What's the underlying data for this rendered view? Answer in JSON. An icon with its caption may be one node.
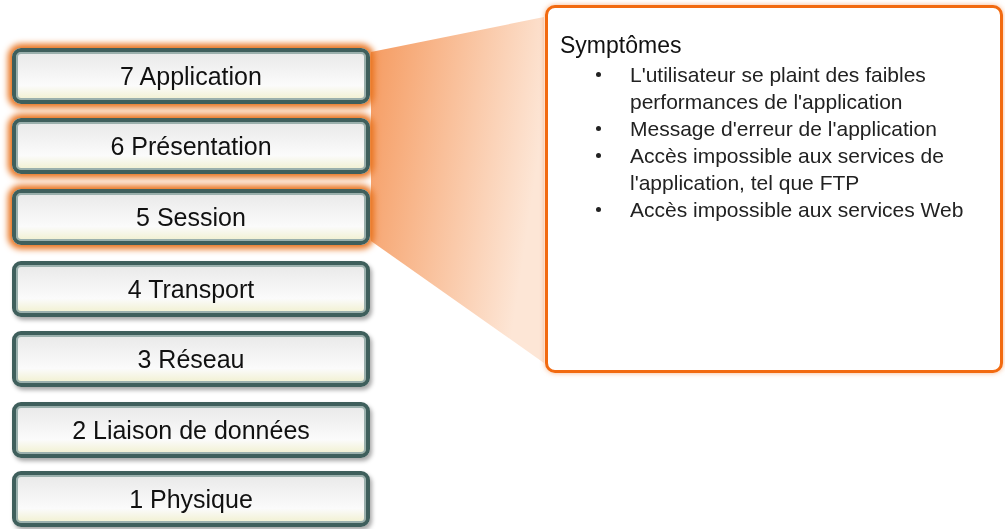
{
  "diagram": {
    "nodes": [
      {
        "text": [
          "7 Application"
        ]
      },
      {
        "text": [
          "6 Présentation"
        ]
      },
      {
        "text": [
          "5 Session"
        ]
      },
      {
        "text": [
          "4 Transport"
        ]
      },
      {
        "text": [
          "3 Réseau"
        ]
      },
      {
        "text": [
          "2 Liaison de données"
        ]
      },
      {
        "text": [
          "1 Physique"
        ]
      },
      {
        "text": [
          "Symptômes",
          "L'utilisateur se plaint des faibles performances de l'application",
          "Message d'erreur de l'application",
          "Accès impossible aux services de l'application, tel que FTP",
          "Accès impossible aux services Web"
        ]
      },
      {
        "text": [],
        "shape": "wedge"
      }
    ],
    "edges": []
  }
}
